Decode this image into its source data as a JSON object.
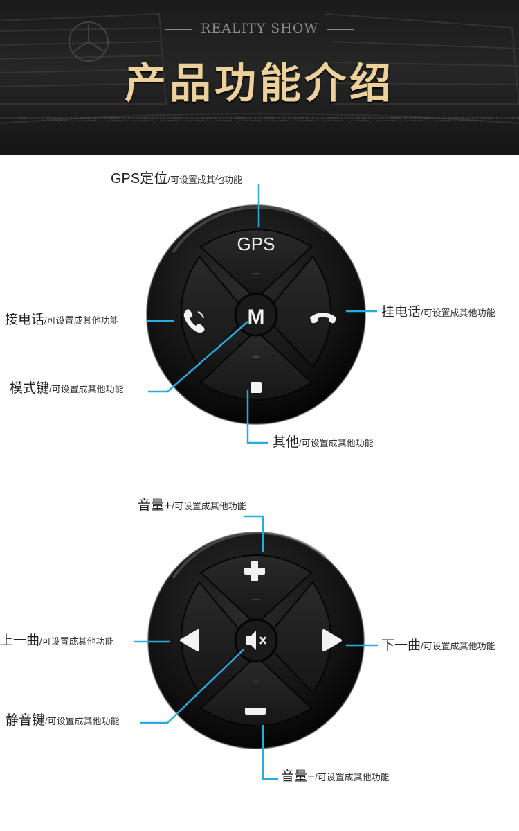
{
  "header": {
    "tagline": "REALITY SHOW",
    "title": "产品功能介绍"
  },
  "controller1": {
    "buttons": {
      "top": "GPS",
      "center": "M"
    },
    "labels": {
      "top": {
        "main": "GPS定位",
        "sub": "/可设置成其他功能"
      },
      "left": {
        "main": "接电话",
        "sub": "/可设置成其他功能"
      },
      "right": {
        "main": "挂电话",
        "sub": "/可设置成其他功能"
      },
      "mode": {
        "main": "模式键",
        "sub": "/可设置成其他功能"
      },
      "bottom": {
        "main": "其他",
        "sub": "/可设置成其他功能"
      }
    }
  },
  "controller2": {
    "labels": {
      "top": {
        "main": "音量+",
        "sub": "/可设置成其他功能"
      },
      "left": {
        "main": "上一曲",
        "sub": "/可设置成其他功能"
      },
      "right": {
        "main": "下一曲",
        "sub": "/可设置成其他功能"
      },
      "mute": {
        "main": "静音键",
        "sub": "/可设置成其他功能"
      },
      "bottom": {
        "main": "音量−",
        "sub": "/可设置成其他功能"
      }
    }
  },
  "colors": {
    "callout": "#29abe2",
    "title_gold": "#ecd19a",
    "button": "#1e1e1e"
  }
}
